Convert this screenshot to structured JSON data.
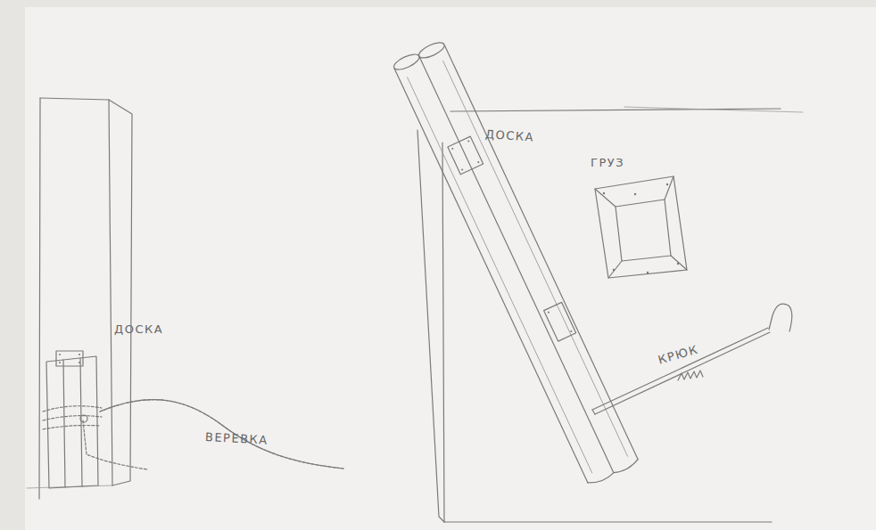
{
  "diagram": {
    "labels": [
      "ДОСКА",
      "ВЕРЕВКА",
      "ДОСКА",
      "ГРУЗ",
      "КРЮК"
    ]
  }
}
